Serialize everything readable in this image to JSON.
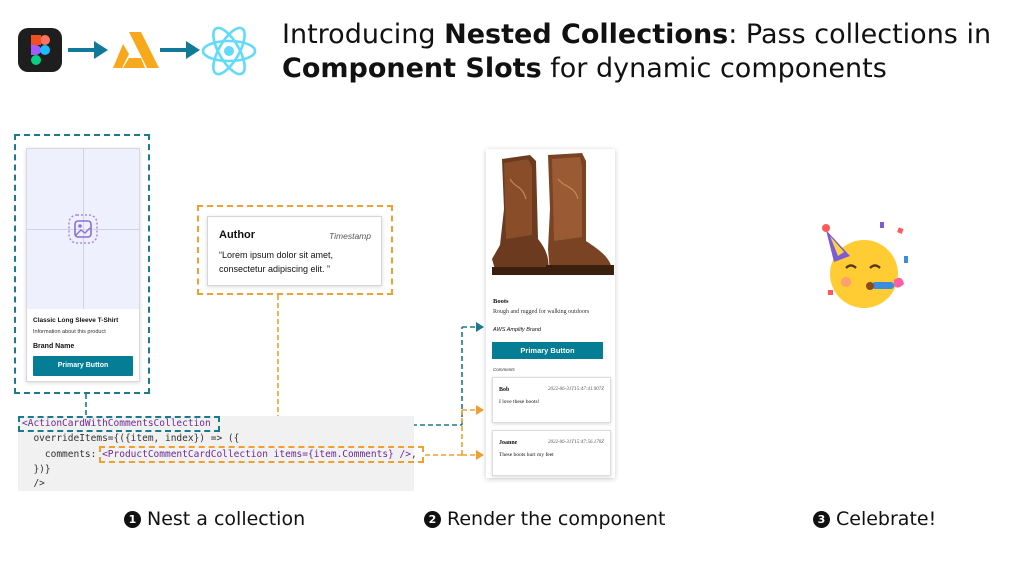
{
  "header": {
    "title_prefix": "Introducing ",
    "title_bold1": "Nested Collections",
    "title_mid": ": Pass collections in",
    "title_bold2": "Component Slots",
    "title_suffix": " for dynamic components",
    "logos": [
      "figma-icon",
      "amplify-icon",
      "react-icon"
    ]
  },
  "card1": {
    "title": "Classic Long Sleeve T-Shirt",
    "description": "Information about this product",
    "brand": "Brand Name",
    "button": "Primary Button"
  },
  "comment_card": {
    "author": "Author",
    "timestamp": "Timestamp",
    "body": "“Lorem ipsum dolor sit amet, consectetur adipiscing elit. ”"
  },
  "code": {
    "line1": "<ActionCardWithCommentsCollection",
    "line2a": "  overrideItems={({item, index}) => ({",
    "line3a": "    comments: ",
    "line3b": "<ProductCommentCardCollection items={item.Comments} />",
    "line3c": ",",
    "line4": "  })}",
    "line5": "  />"
  },
  "product": {
    "title": "Boots",
    "description": "Rough and rugged for walking outdoors",
    "brand": "AWS Amplify Brand",
    "button": "Primary Button",
    "comments_label": "Comments",
    "comments": [
      {
        "name": "Bob",
        "time": "2022-06-31T15:47:41.907Z",
        "body": "I love these boots!"
      },
      {
        "name": "Joanne",
        "time": "2022-06-31T15:47:56.170Z",
        "body": "These boots hurt my feet"
      }
    ]
  },
  "captions": [
    {
      "num": "1",
      "text": "Nest a collection"
    },
    {
      "num": "2",
      "text": "Render the component"
    },
    {
      "num": "3",
      "text": "Celebrate!"
    }
  ],
  "colors": {
    "teal": "#1d7a8c",
    "orange": "#f0a030",
    "button": "#047d95",
    "arrow": "#127a99"
  }
}
